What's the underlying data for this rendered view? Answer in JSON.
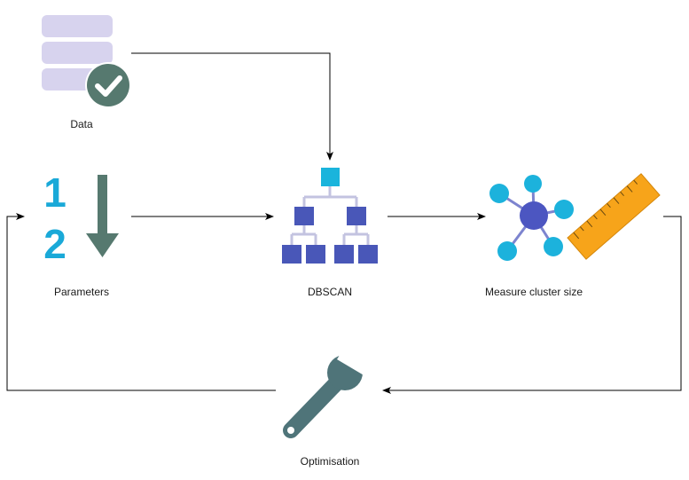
{
  "nodes": {
    "data": {
      "label": "Data",
      "icon": "database-check-icon"
    },
    "parameters": {
      "label": "Parameters",
      "icon": "numbered-order-arrow-icon"
    },
    "dbscan": {
      "label": "DBSCAN",
      "icon": "hierarchy-icon"
    },
    "measure": {
      "label": "Measure cluster size",
      "icon": "cluster-ruler-icon"
    },
    "optimisation": {
      "label": "Optimisation",
      "icon": "wrench-icon"
    }
  },
  "colors": {
    "db_lavender": "#d7d3ee",
    "check_green": "#56796f",
    "digit_cyan": "#1aa9d8",
    "hierarchy_top": "#1ab4dc",
    "hierarchy_node": "#4957b8",
    "hierarchy_line": "#c3c3e0",
    "cluster_center": "#4c56c1",
    "cluster_leaf": "#1cb2dc",
    "ruler_orange": "#f7a41a",
    "wrench_gray": "#4f7479",
    "arrow": "#000000"
  },
  "edges": [
    {
      "from": "data",
      "to": "dbscan"
    },
    {
      "from": "parameters",
      "to": "dbscan"
    },
    {
      "from": "dbscan",
      "to": "measure"
    },
    {
      "from": "measure",
      "to": "optimisation"
    },
    {
      "from": "optimisation",
      "to": "parameters"
    }
  ],
  "parameters_digits": [
    "1",
    "2"
  ]
}
